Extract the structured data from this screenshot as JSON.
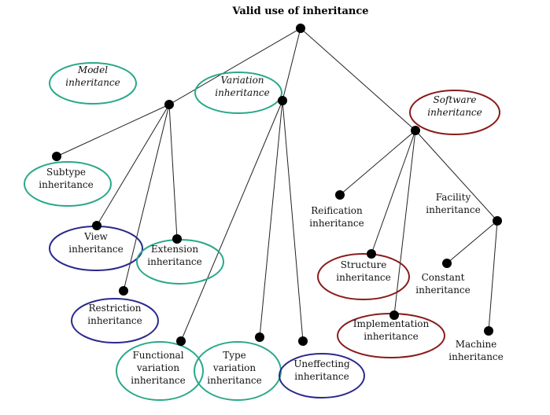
{
  "title": "Valid use of inheritance",
  "colors": {
    "teal": "#2aa88a",
    "navy": "#2a2a8c",
    "maroon": "#8a1c1c",
    "line": "#222222",
    "dot": "#000000"
  },
  "nodes": {
    "root": {
      "label": []
    },
    "model": {
      "label": [
        "Model",
        "inheritance"
      ],
      "italic": true,
      "ring": "teal"
    },
    "variation": {
      "label": [
        "Variation",
        "inheritance"
      ],
      "italic": true,
      "ring": "teal"
    },
    "software": {
      "label": [
        "Software",
        "inheritance"
      ],
      "italic": true,
      "ring": "maroon"
    },
    "subtype": {
      "label": [
        "Subtype",
        "inheritance"
      ],
      "ring": "teal"
    },
    "view": {
      "label": [
        "View",
        "inheritance"
      ],
      "ring": "navy"
    },
    "extension": {
      "label": [
        "Extension",
        "inheritance"
      ],
      "ring": "teal"
    },
    "restriction": {
      "label": [
        "Restriction",
        "inheritance"
      ],
      "ring": "navy"
    },
    "functional": {
      "label": [
        "Functional",
        "variation",
        "inheritance"
      ],
      "ring": "teal"
    },
    "type": {
      "label": [
        "Type",
        "variation",
        "inheritance"
      ],
      "ring": "teal"
    },
    "uneffecting": {
      "label": [
        "Uneffecting",
        "inheritance"
      ],
      "ring": "navy"
    },
    "reification": {
      "label": [
        "Reification",
        "inheritance"
      ]
    },
    "structure": {
      "label": [
        "Structure",
        "inheritance"
      ],
      "ring": "maroon"
    },
    "implementation": {
      "label": [
        "Implementation",
        "inheritance"
      ],
      "ring": "maroon"
    },
    "facility": {
      "label": [
        "Facility",
        "inheritance"
      ]
    },
    "constant": {
      "label": [
        "Constant",
        "inheritance"
      ]
    },
    "machine": {
      "label": [
        "Machine",
        "inheritance"
      ]
    }
  }
}
